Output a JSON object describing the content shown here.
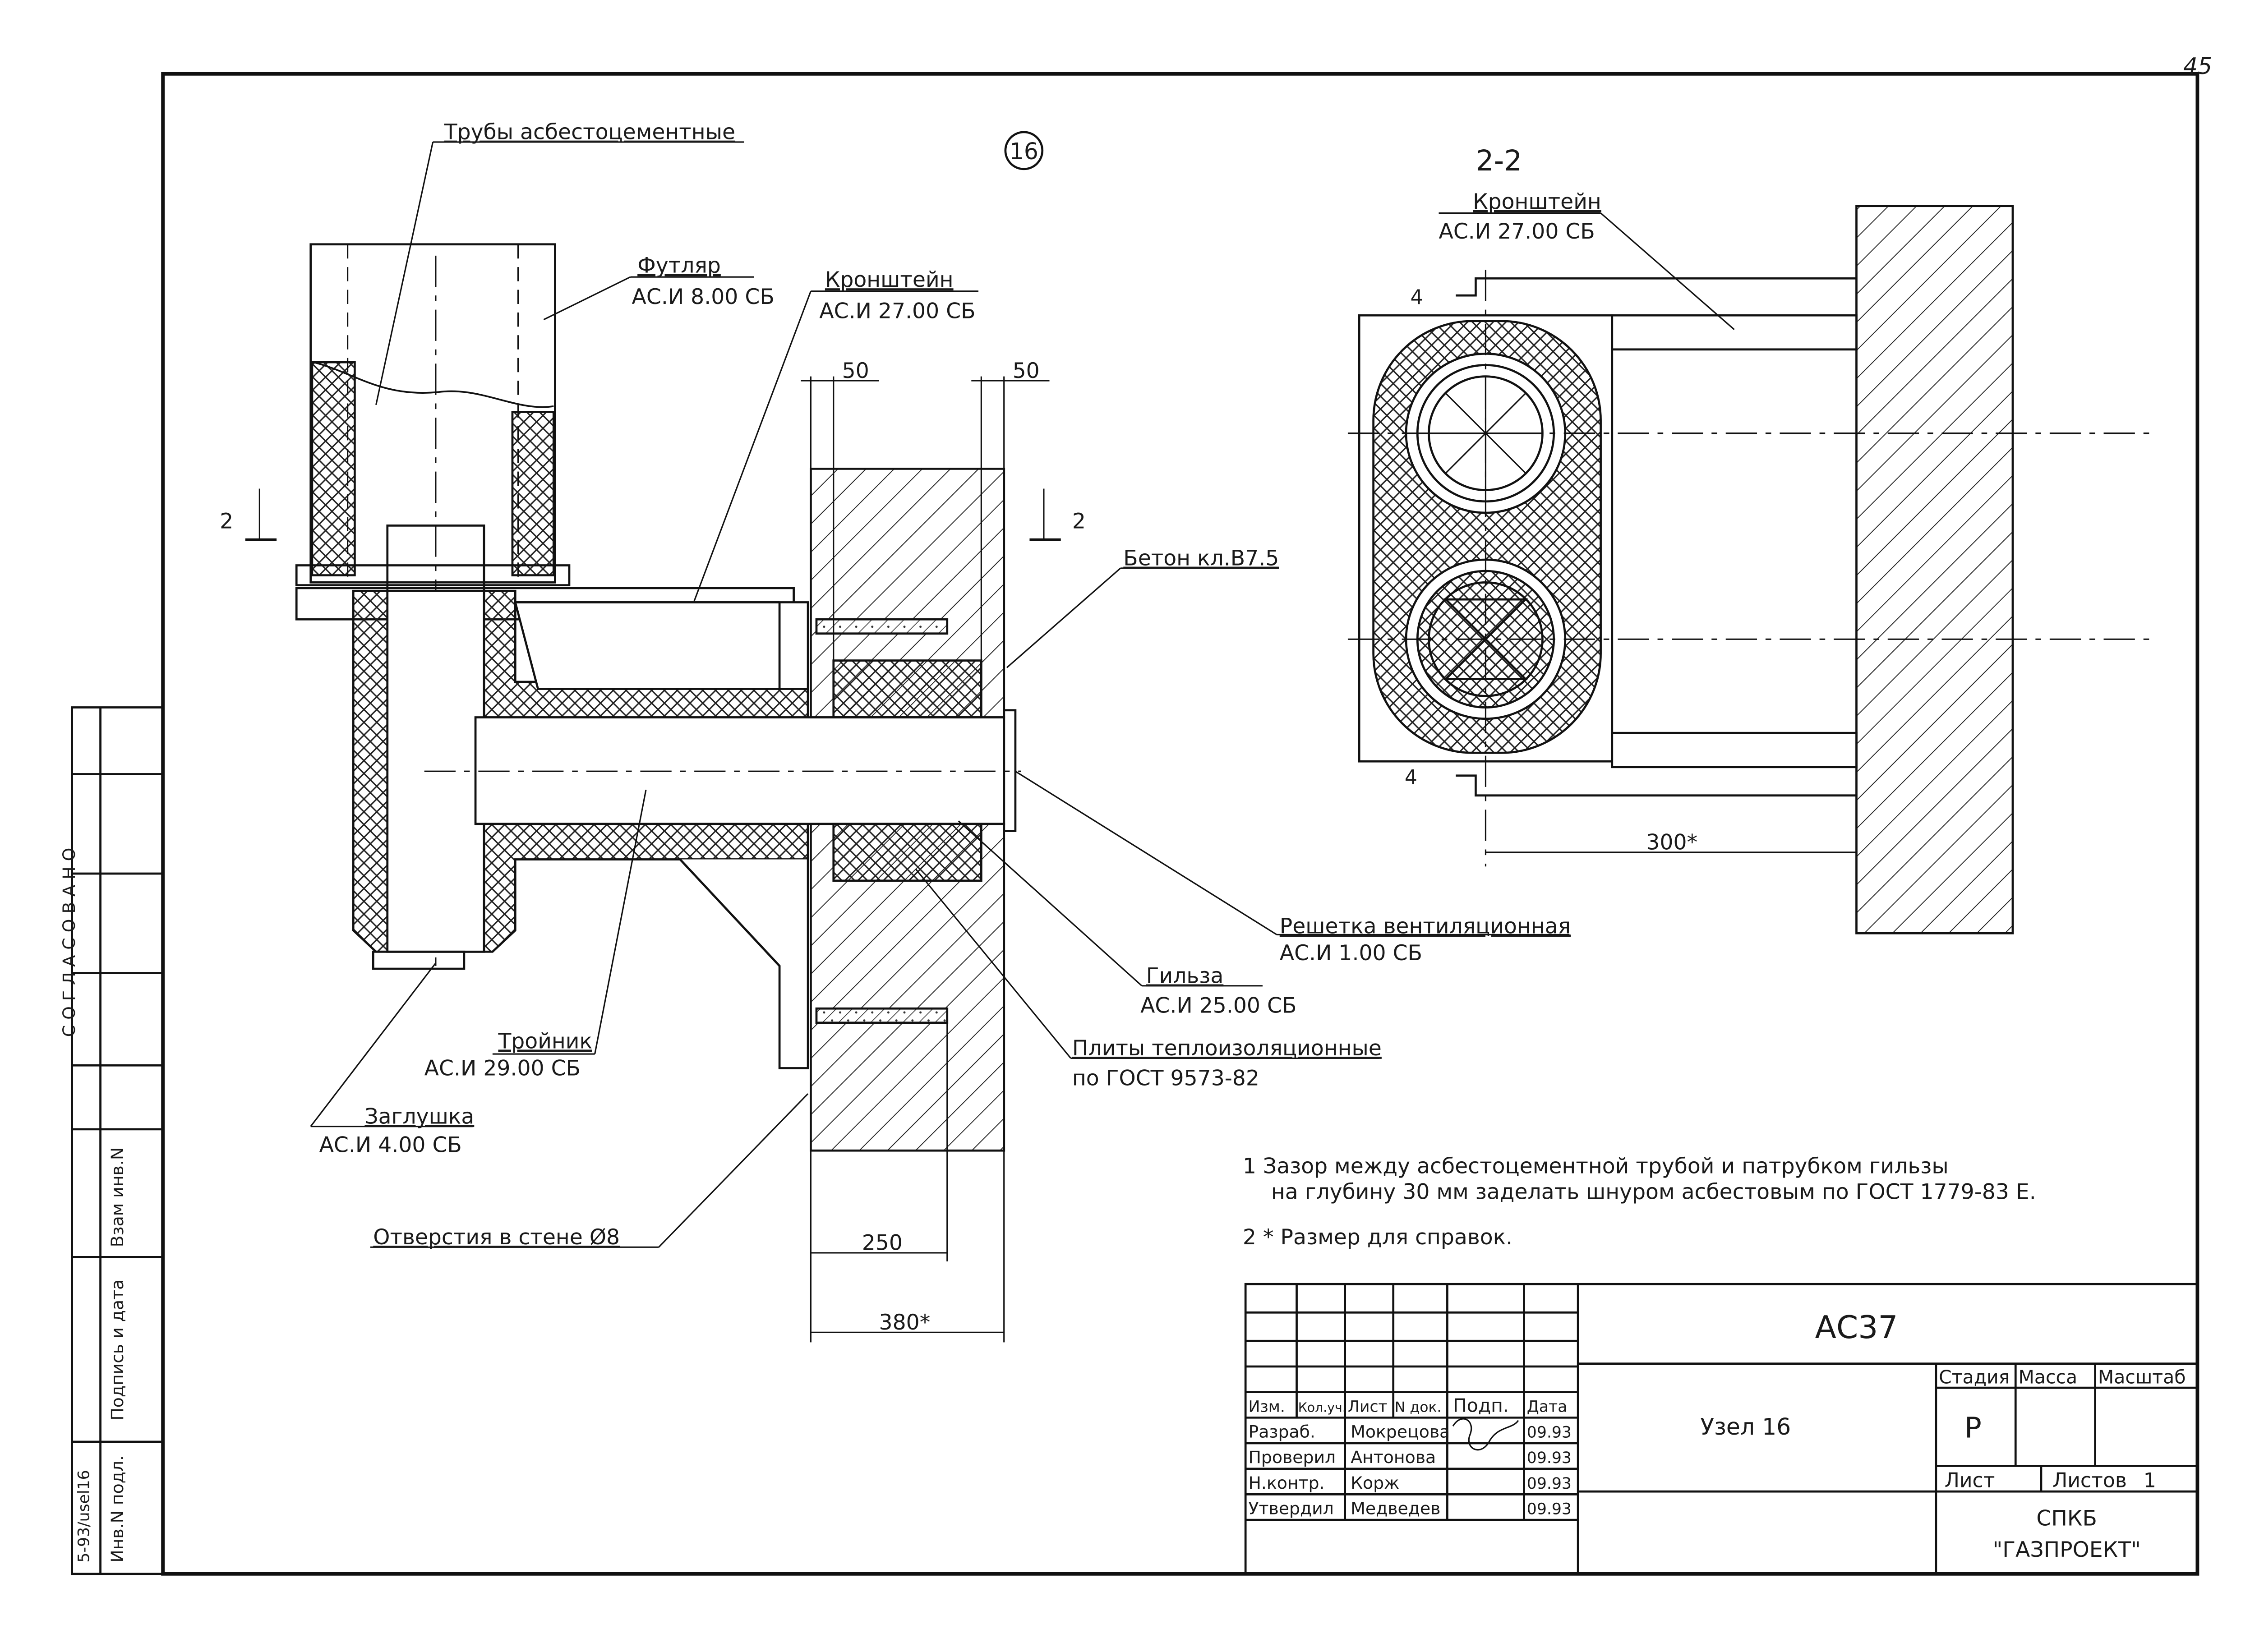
{
  "drawing": {
    "page_number": "45",
    "node_number": "16",
    "section_label": "2-2",
    "cut_mark": "2",
    "labels": {
      "asbestos_pipes": "Трубы асбестоцементные",
      "case_title": "Футляр",
      "case_code": "АС.И 8.00 СБ",
      "bracket_title": "Кронштейн",
      "bracket_code": "АС.И 27.00 СБ",
      "concrete": "Бетон кл.В7.5",
      "grille_title": "Решетка вентиляционная",
      "grille_code": "АС.И 1.00 СБ",
      "sleeve_title": "Гильза",
      "sleeve_code": "АС.И 25.00 СБ",
      "plates_title": "Плиты теплоизоляционные",
      "plates_code": "по ГОСТ 9573-82",
      "tee_title": "Тройник",
      "tee_code": "АС.И 29.00 СБ",
      "plug_title": "Заглушка",
      "plug_code": "АС.И 4.00 СБ",
      "wall_holes": "Отверстия в стене Ø8"
    },
    "dimensions": {
      "d50a": "50",
      "d50b": "50",
      "d250": "250",
      "d380": "380*",
      "d300": "300*",
      "mark4": "4"
    }
  },
  "notes": [
    "1  Зазор между асбестоцементной трубой и патрубком гильзы",
    "на глубину 30 мм заделать шнуром асбестовым по ГОСТ 1779-83 Е.",
    "2  * Размер для справок."
  ],
  "side_stamp": {
    "agreed": "С О Г Л А С О В А Н О",
    "inv_replace": "Взам инв.N",
    "sign_date": "Подпись и дата",
    "inv_orig": "Инв.N подл.",
    "file": "5-93/usel16"
  },
  "title_block": {
    "code": "АС37",
    "name": "Узел 16",
    "headers": [
      "Изм.",
      "Кол.уч.",
      "Лист",
      "N док.",
      "Подп.",
      "Дата"
    ],
    "rows": [
      {
        "role": "Разраб.",
        "name": "Мокрецова",
        "date": "09.93"
      },
      {
        "role": "Проверил",
        "name": "Антонова",
        "date": "09.93"
      },
      {
        "role": "Н.контр.",
        "name": "Корж",
        "date": "09.93"
      },
      {
        "role": "Утвердил",
        "name": "Медведев",
        "date": "09.93"
      }
    ],
    "stage_label": "Стадия",
    "mass_label": "Масса",
    "scale_label": "Масштаб",
    "stage": "Р",
    "sheet_label": "Лист",
    "sheets_label": "Листов",
    "sheets": "1",
    "org1": "СПКБ",
    "org2": "\"ГАЗПРОЕКТ\""
  }
}
